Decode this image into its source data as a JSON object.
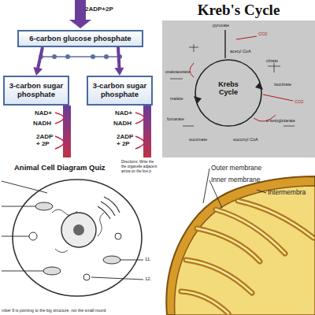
{
  "diagram": {
    "nodes": [
      {
        "text": [
          "6-carbon glucose phosphate"
        ]
      },
      {
        "text": [
          "3-carbon sugar phosphate"
        ]
      },
      {
        "text": [
          "3-carbon sugar phosphate"
        ]
      }
    ],
    "edges": [
      {
        "from": 0,
        "to": 1,
        "arrow": "to"
      },
      {
        "from": 0,
        "to": 2,
        "arrow": "to"
      }
    ],
    "labels": [
      "2ADP+2P",
      "NAD+",
      "NADH",
      "2ADP + 2P",
      "NAD+",
      "NADH",
      "2ADP + 2P",
      "Kreb's Cycle",
      "Krebs Cycle",
      "pyruvate",
      "acetyl CoA",
      "oxaloacetate",
      "citrate",
      "isocitrate",
      "α-ketoglutarate",
      "succinyl CoA",
      "succinate",
      "fumarate",
      "malate",
      "CO2",
      "CO2",
      "Animal Cell Diagram Quiz",
      "Directions: Write the",
      "the organelle adjacent",
      "arrow on the line p",
      "11.",
      "12.",
      "mber 9 is pointing to the big structure, not the small round",
      "Outer membrane",
      "Inner membrane",
      "Intermembra"
    ]
  }
}
